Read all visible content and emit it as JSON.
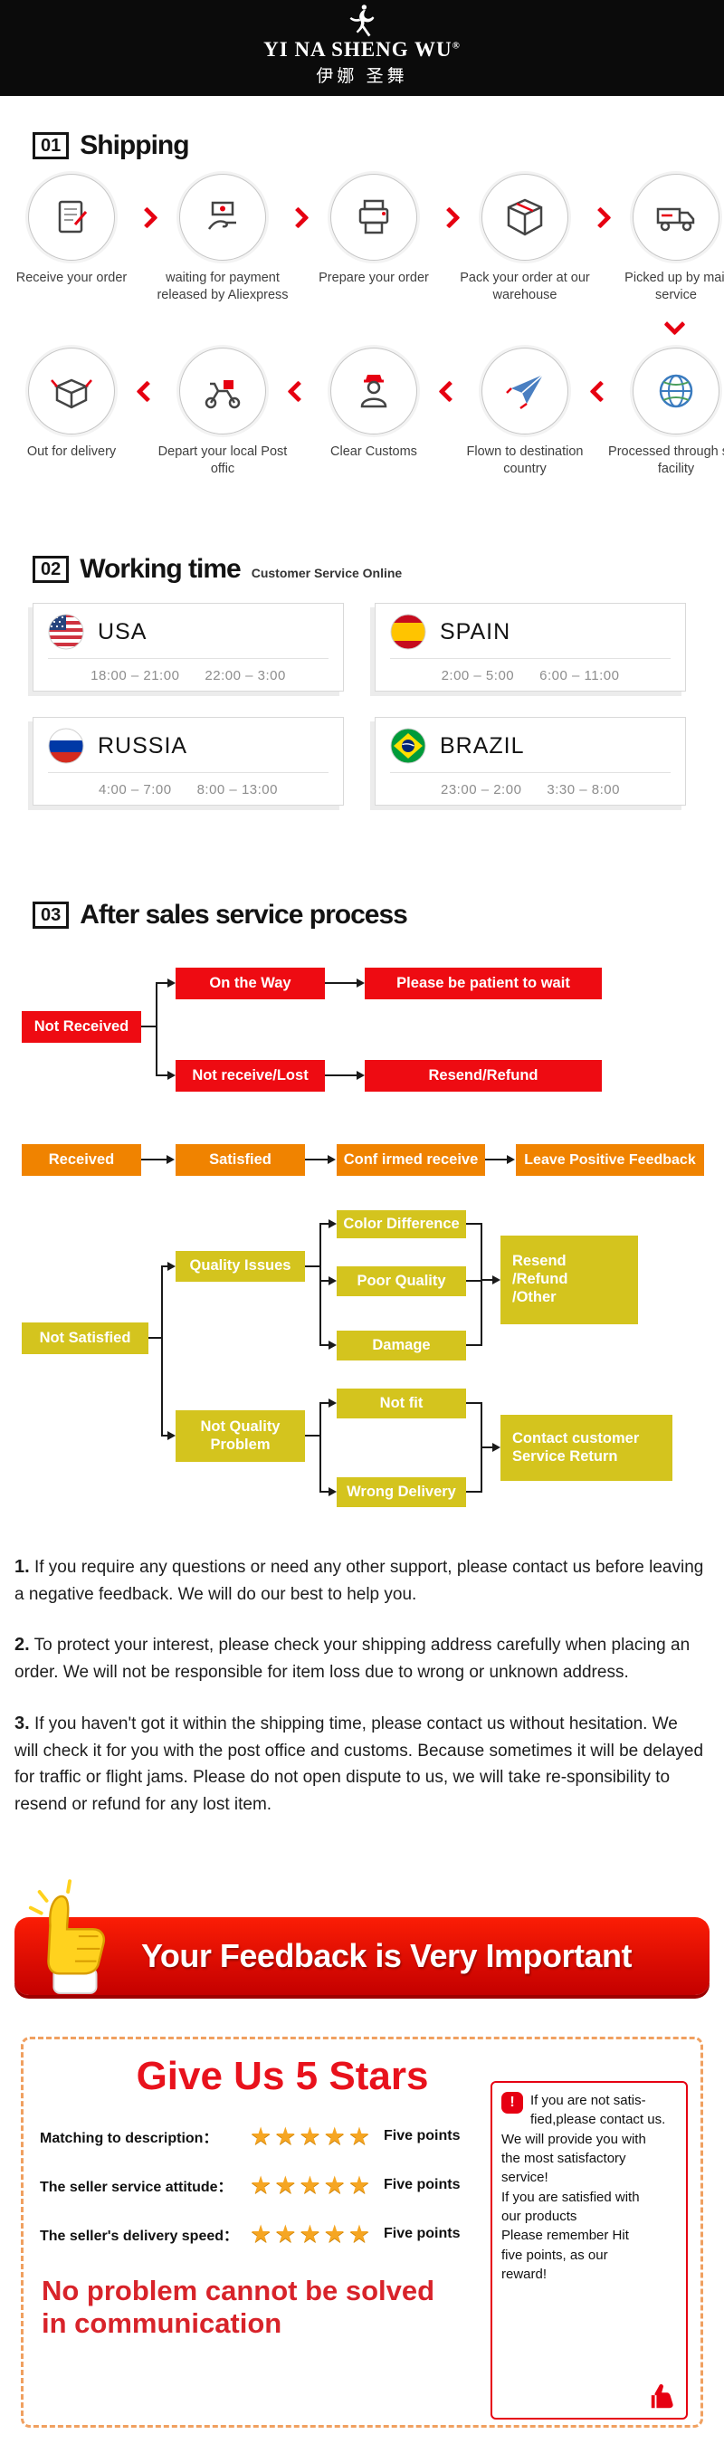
{
  "header": {
    "brand": "YI NA SHENG WU",
    "registered": "®",
    "brand_cn": "伊娜 圣舞"
  },
  "sections": {
    "shipping": {
      "num": "01",
      "title": "Shipping"
    },
    "working": {
      "num": "02",
      "title": "Working time",
      "subtitle": "Customer Service Online"
    },
    "aftersales": {
      "num": "03",
      "title": "After sales service process"
    }
  },
  "ship1": [
    {
      "label": "Receive your order"
    },
    {
      "label": "waiting for payment released by Aliexpress"
    },
    {
      "label": "Prepare your order"
    },
    {
      "label": "Pack your order at our warehouse"
    },
    {
      "label": "Picked up by mail service"
    }
  ],
  "ship2": [
    {
      "label": "Out  for delivery"
    },
    {
      "label": "Depart your local Post offic"
    },
    {
      "label": "Clear Customs"
    },
    {
      "label": "Flown to destination country"
    },
    {
      "label": "Processed through sort facility"
    }
  ],
  "working_time": [
    {
      "country": "USA",
      "times": "18:00 – 21:00      22:00 – 3:00"
    },
    {
      "country": "SPAIN",
      "times": "2:00 – 5:00      6:00 – 11:00"
    },
    {
      "country": "RUSSIA",
      "times": "4:00 – 7:00      8:00 – 13:00"
    },
    {
      "country": "BRAZIL",
      "times": "23:00 – 2:00      3:30 – 8:00"
    }
  ],
  "flowchart": {
    "not_received": "Not Received",
    "on_the_way": "On the Way",
    "be_patient": "Please be patient to wait",
    "not_receive_lost": "Not receive/Lost",
    "resend_refund": "Resend/Refund",
    "received": "Received",
    "satisfied": "Satisfied",
    "confirmed": "Conf irmed receive",
    "leave_feedback": "Leave Positive Feedback",
    "not_satisfied": "Not Satisfied",
    "quality_issues": "Quality Issues",
    "color_difference": "Color Difference",
    "poor_quality": "Poor Quality",
    "damage": "Damage",
    "resend_refund_other": "Resend\n/Refund\n/Other",
    "not_quality_problem": "Not Quality\nProblem",
    "not_fit": "Not fit",
    "wrong_delivery": "Wrong Delivery",
    "contact_customer": "Contact customer\nService Return"
  },
  "notes": [
    {
      "num": "1.",
      "text": "If you require any questions or need any other support, please contact us before leaving a negative feedback. We will do our best to help you."
    },
    {
      "num": "2.",
      "text": "To protect your interest, please check your shipping address carefully when placing an order. We will not be responsible for item loss due to wrong or unknown address."
    },
    {
      "num": "3.",
      "text": "If you haven't got it within the shipping time, please contact us without hesitation. We will check it for you with the post office and customs. Because sometimes it will be delayed for traffic or flight jams. Please do not open dispute to us, we will take re-sponsibility to resend or refund for any lost item."
    }
  ],
  "feedback_banner": "Your Feedback is Very Important",
  "stars_section": {
    "title": "Give Us 5 Stars",
    "ratings": [
      {
        "label": "Matching to description：",
        "stars": "★★★★★",
        "points": "Five points"
      },
      {
        "label": "The seller service attitude：",
        "stars": "★★★★★",
        "points": "Five points"
      },
      {
        "label": "The seller's delivery speed：",
        "stars": "★★★★★",
        "points": "Five points"
      }
    ],
    "slogan_line1": "No problem cannot be solved",
    "slogan_line2": "in communication",
    "warn_mark": "!",
    "side_note": "If you are not satis-\nfied,please contact us.\nWe will provide you with\nthe most satisfactory\nservice!\nIf you are satisfied with\nour products\nPlease remember Hit\nfive points, as our\nreward!"
  }
}
